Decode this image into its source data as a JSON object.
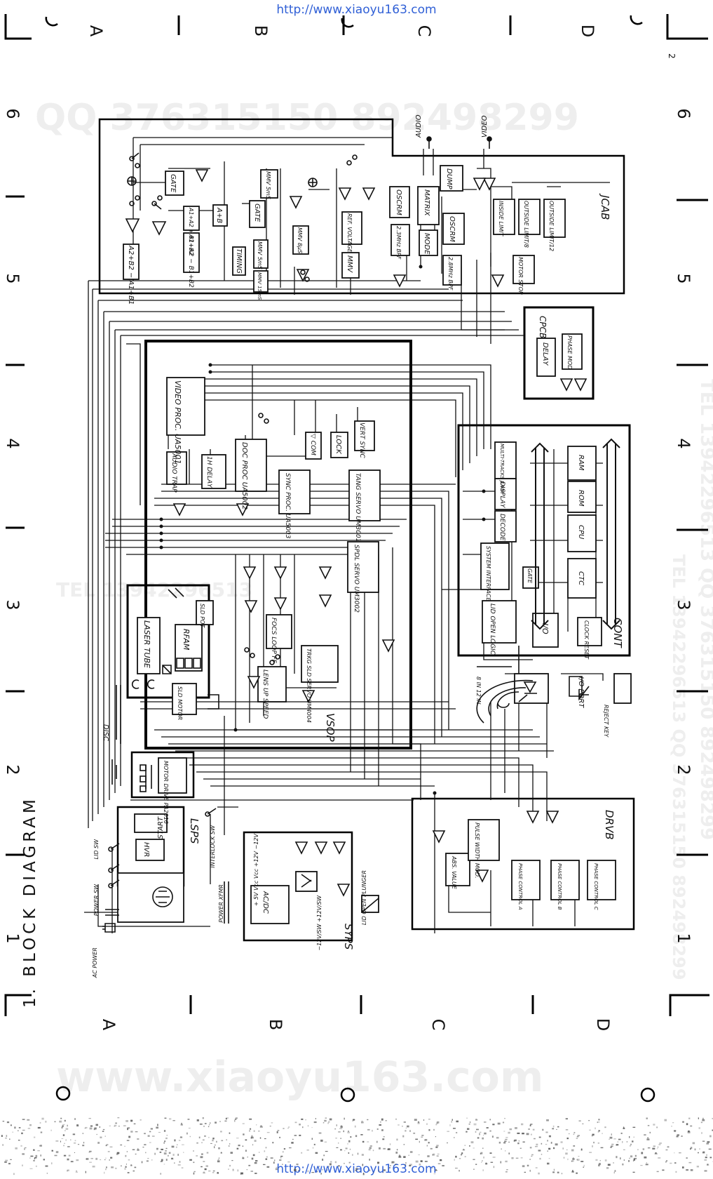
{
  "header": {
    "url_top": "http://www.xiaoyu163.com",
    "url_bottom": "http://www.xiaoyu163.com"
  },
  "title": "1. BLOCK DIAGRAM",
  "page_number": "2",
  "grid": {
    "rows_top": [
      "A",
      "B",
      "C",
      "D"
    ],
    "rows_bottom": [
      "A",
      "B",
      "C",
      "D"
    ],
    "cols_left": [
      "6",
      "5",
      "4",
      "3",
      "2",
      "1"
    ],
    "cols_right": [
      "6",
      "5",
      "4",
      "3",
      "2",
      "1"
    ]
  },
  "watermarks": {
    "qq": "QQ 376315150   892498299",
    "tel_a": "TEL 13942296513",
    "tel_b": "TEL 13942296513  QQ 376315150 892498299",
    "tel_c": "TEL 13942296513  QQ 376315150 892498299",
    "site": "www.xiaoyu163.com"
  },
  "sections": {
    "jcab": "JCAB",
    "cpcb": "CPCB",
    "vsop": "VSOP",
    "cont": "CONT",
    "drvb": "DRVB",
    "syps": "SYPS",
    "lsps": "LSPS"
  },
  "blocks": {
    "a2b2": "A2+B2 − A1+B1",
    "a1a2": "A1+A2 − B1+B2",
    "a1a2p": "A1+A2 + B1+B2",
    "apb": "A+B",
    "gate1": "GATE",
    "gate2": "GATE",
    "timing": "TIMING",
    "mmv5a": "MMV 5mS",
    "mmv5b": "MMV 5mS",
    "mmv15": "MMV 15mS",
    "mmv8": "MMV 8μS",
    "mmv": "MMV",
    "refv": "REF. VOLTAGE",
    "bpf23": "2.3MHz BPF",
    "oscrm1": "OSCRM",
    "oscrm2": "OSCRM",
    "matrix": "MATRIX",
    "mode": "MODE",
    "bpf28": "2.8MHz BPF",
    "dump": "DUMP",
    "inside": "INSIDE LIMIT",
    "out8": "OUTSIDE LIMIT/8",
    "out12": "OUTSIDE LIMIT/12",
    "motorstop": "MOTOR STOP",
    "delay": "DELAY",
    "phasemod": "PHASE MOD",
    "videoproc": "VIDEO PROC. UA5001",
    "audiotrap": "AUDIO TRAP",
    "hdelay": "1H DELAY",
    "docproc": "DOC PROC UA5002",
    "syncproc": "SYNC PROC. UA5003",
    "vcom": "▽ COM",
    "lock": "LOCK",
    "vertsync": "VERT SYNC",
    "tang": "TANG SERVO UM3001",
    "spdl": "SPDL SERVO UM3002",
    "focs": "FOCS LOOP FF",
    "lens": "LENS UP SPEED",
    "trkg": "TRKG SLD SERVO UM4004",
    "multi": "MULTI-TRACKS JUMP",
    "display": "DISPLAY",
    "decode": "DECODE",
    "sysif": "SYSTEM INTERFACE",
    "gate3": "GATE",
    "ram": "RAM",
    "rom": "ROM",
    "cpu": "CPU",
    "ctc": "CTC",
    "lidlogic": "LID OPEN LOGIC",
    "io": "I/O",
    "clock": "CLOCK RESET",
    "laser": "LASER TUBE",
    "rfam": "RFAM",
    "sldpot": "SLD POT",
    "sldmotor": "SLD MOTOR",
    "motordrive": "MOTOR DRIVE PA2016",
    "start": "START",
    "hvr": "HVR",
    "acdc": "AC/DC",
    "absval": "ABS. VALUE",
    "pwm": "PULSE WIDTH MOD.",
    "pca": "PHASE CONTROL A",
    "pcb": "PHASE CONTROL B",
    "pcc": "PHASE CONTROL C"
  },
  "labels": {
    "audio": "AUDIO",
    "video": "VIDEO",
    "disc": "DISC",
    "ioport": "I/O PORT",
    "reject": "REJECT KEY",
    "size": "8 IN 12 IN.",
    "interlock": "INTERLOCK SW",
    "lidsw": "LID SW",
    "powersw": "POWER SW",
    "acpower": "AC POWER",
    "xfmr": "POWER XFMR",
    "rails": "+ 5V  Vcc  Vcc  +12V  −12V",
    "swrails": "−12V/SW  +12V/SW",
    "plunger": "LID OPEN PLUNGER"
  }
}
